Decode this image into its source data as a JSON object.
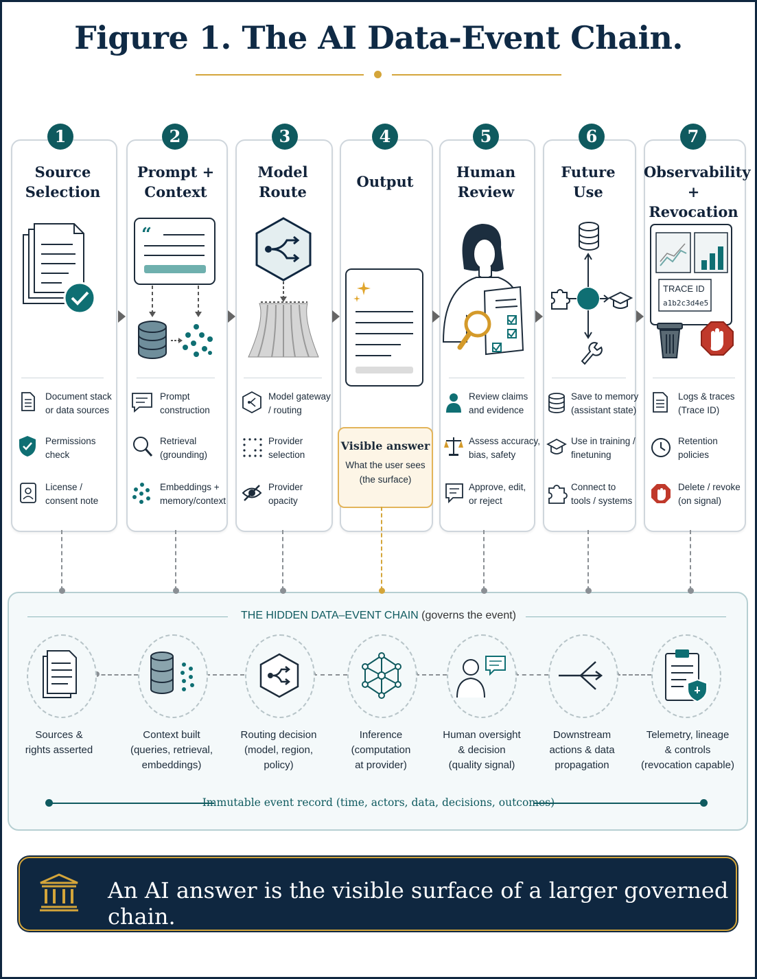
{
  "title": "Figure 1. The AI Data-Event Chain.",
  "steps": [
    {
      "num": "1",
      "title": "Source\nSelection",
      "features": [
        {
          "icon": "document-icon",
          "text": "Document stack\nor data sources"
        },
        {
          "icon": "shield-check-icon",
          "text": "Permissions\ncheck"
        },
        {
          "icon": "id-card-icon",
          "text": "License /\nconsent note"
        }
      ]
    },
    {
      "num": "2",
      "title": "Prompt +\nContext",
      "features": [
        {
          "icon": "chat-bubble-icon",
          "text": "Prompt\nconstruction"
        },
        {
          "icon": "magnifier-icon",
          "text": "Retrieval\n(grounding)"
        },
        {
          "icon": "dots-cluster-icon",
          "text": "Embeddings +\nmemory/context"
        }
      ]
    },
    {
      "num": "3",
      "title": "Model\nRoute",
      "features": [
        {
          "icon": "hexagon-icon",
          "text": "Model gateway\n/ routing"
        },
        {
          "icon": "dot-grid-icon",
          "text": "Provider\nselection"
        },
        {
          "icon": "eye-slash-icon",
          "text": "Provider\nopacity"
        }
      ]
    },
    {
      "num": "4",
      "title": "Output",
      "features": []
    },
    {
      "num": "5",
      "title": "Human\nReview",
      "features": [
        {
          "icon": "person-icon",
          "text": "Review claims\nand evidence"
        },
        {
          "icon": "scales-icon",
          "text": "Assess accuracy,\nbias, safety"
        },
        {
          "icon": "comment-icon",
          "text": "Approve, edit,\nor reject"
        }
      ]
    },
    {
      "num": "6",
      "title": "Future\nUse",
      "features": [
        {
          "icon": "database-icon",
          "text": "Save to memory\n(assistant state)"
        },
        {
          "icon": "graduation-cap-icon",
          "text": "Use in training /\nfinetuning"
        },
        {
          "icon": "puzzle-icon",
          "text": "Connect to\ntools / systems"
        }
      ]
    },
    {
      "num": "7",
      "title": "Observability +\nRevocation",
      "features": [
        {
          "icon": "log-document-icon",
          "text": "Logs & traces\n(Trace ID)"
        },
        {
          "icon": "clock-icon",
          "text": "Retention\npolicies"
        },
        {
          "icon": "stop-hand-icon",
          "text": "Delete / revoke\n(on signal)"
        }
      ]
    }
  ],
  "trace": {
    "label": "TRACE ID",
    "id": "a1b2c3d4e5"
  },
  "visible": {
    "title": "Visible answer",
    "subtitle": "What the user sees\n(the surface)"
  },
  "hidden": {
    "title": "THE HIDDEN DATA–EVENT CHAIN",
    "subtitle": "(governs the event)",
    "items": [
      {
        "icon": "documents-icon",
        "label": "Sources &\nrights asserted"
      },
      {
        "icon": "database-dots-icon",
        "label": "Context built\n(queries, retrieval,\nembeddings)"
      },
      {
        "icon": "routing-hexagon-icon",
        "label": "Routing decision\n(model, region,\npolicy)"
      },
      {
        "icon": "network-icon",
        "label": "Inference\n(computation\nat provider)"
      },
      {
        "icon": "person-chat-icon",
        "label": "Human oversight\n& decision\n(quality signal)"
      },
      {
        "icon": "branch-arrows-icon",
        "label": "Downstream\nactions & data\npropagation"
      },
      {
        "icon": "clipboard-shield-icon",
        "label": "Telemetry, lineage\n& controls\n(revocation capable)"
      }
    ],
    "record": "Immutable event record (time, actors, data, decisions, outcomes)"
  },
  "banner": "An AI answer is the visible surface of a larger governed chain.",
  "colors": {
    "teal": "#0f5a5f",
    "navy": "#0f2740",
    "gold": "#d4a53a",
    "red": "#c0392b"
  }
}
